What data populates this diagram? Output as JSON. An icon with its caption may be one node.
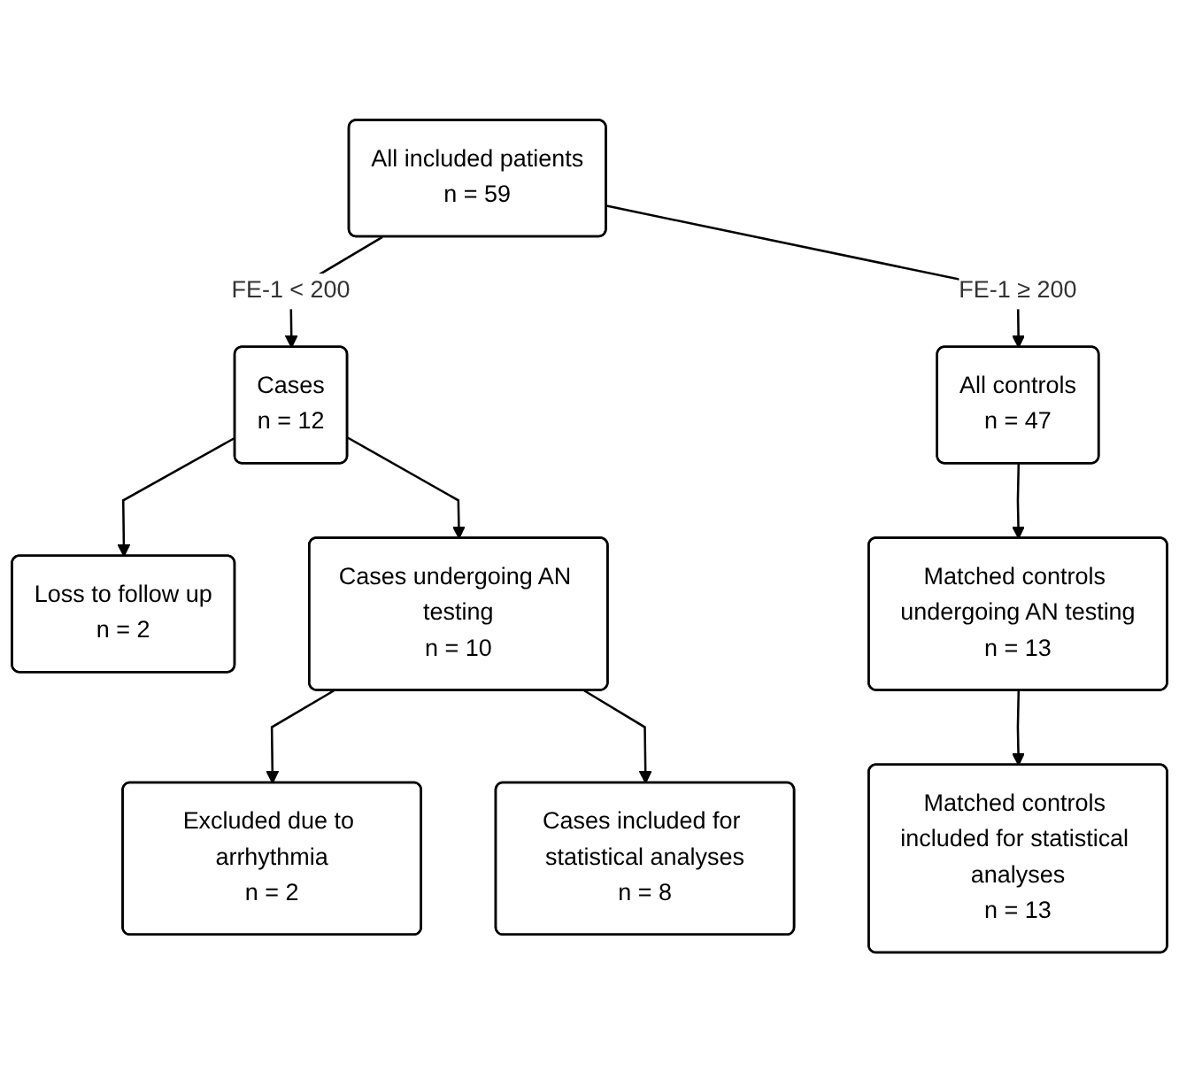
{
  "diagram": {
    "nodes": [
      {
        "text": [
          "All included patients",
          "n = 59"
        ]
      },
      {
        "text": [
          "Cases",
          "n = 12"
        ]
      },
      {
        "text": [
          "All controls",
          "n = 47"
        ]
      },
      {
        "text": [
          "Loss to follow up",
          "n = 2"
        ]
      },
      {
        "text": [
          "Cases undergoing AN testing",
          "n = 10"
        ]
      },
      {
        "text": [
          "Matched controls undergoing AN testing",
          "n = 13"
        ]
      },
      {
        "text": [
          "Excluded due to arrhythmia",
          "n = 2"
        ]
      },
      {
        "text": [
          "Cases included for statistical analyses",
          "n = 8"
        ]
      },
      {
        "text": [
          "Matched controls included for statistical analyses",
          "n = 13"
        ]
      }
    ],
    "edges": [
      {
        "from": 0,
        "to": 1,
        "arrow": "to",
        "label": "FE-1 < 200"
      },
      {
        "from": 0,
        "to": 2,
        "arrow": "to",
        "label": "FE-1 ≥ 200"
      },
      {
        "from": 1,
        "to": 3,
        "arrow": "to"
      },
      {
        "from": 1,
        "to": 4,
        "arrow": "to"
      },
      {
        "from": 2,
        "to": 5,
        "arrow": "to"
      },
      {
        "from": 4,
        "to": 6,
        "arrow": "to"
      },
      {
        "from": 4,
        "to": 7,
        "arrow": "to"
      },
      {
        "from": 5,
        "to": 8,
        "arrow": "to"
      }
    ]
  }
}
